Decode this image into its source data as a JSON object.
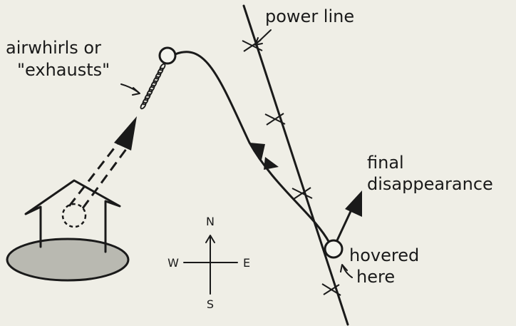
{
  "labels": {
    "power_line": "power line",
    "airwhirls_line1": "airwhirls or",
    "airwhirls_line2": "\"exhausts\"",
    "final_line1": "final",
    "final_line2": "disappearance",
    "hovered_line1": "hovered",
    "hovered_line2": "here"
  },
  "compass": {
    "north": "N",
    "south": "S",
    "east": "E",
    "west": "W"
  },
  "colors": {
    "ink": "#1a1a1a",
    "background": "#efeee6",
    "ground": "#b9b9b1"
  }
}
